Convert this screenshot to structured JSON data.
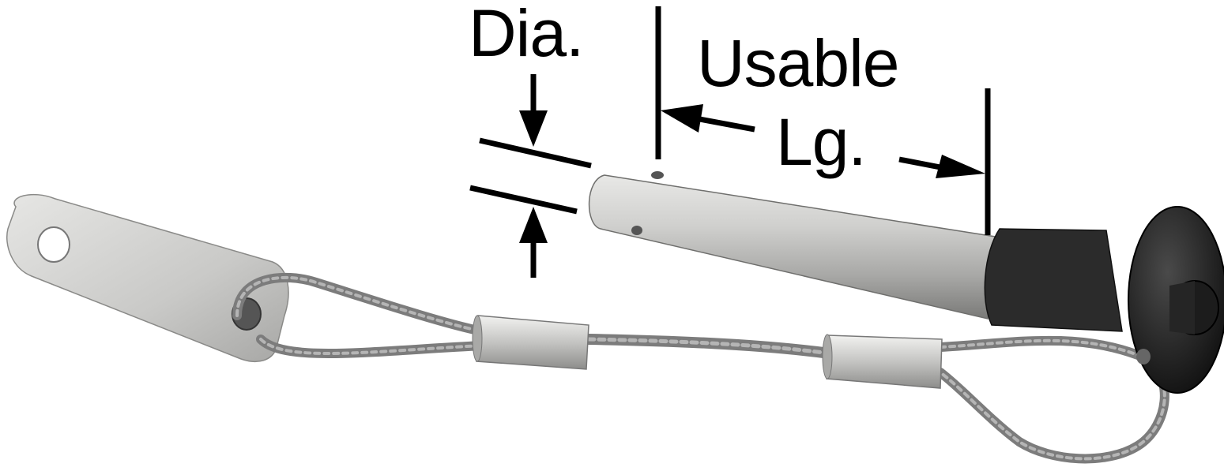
{
  "dimensions": {
    "diameter_label": "Dia.",
    "usable_length_label_line1": "Usable",
    "usable_length_label_line2": "Lg."
  },
  "colors": {
    "background": "#ffffff",
    "dimension_lines": "#000000",
    "pin_shaft": "#b9b9b7",
    "handle": "#2a2a2a",
    "cable": "#8a8a8a",
    "tab": "#c8c8c6"
  }
}
